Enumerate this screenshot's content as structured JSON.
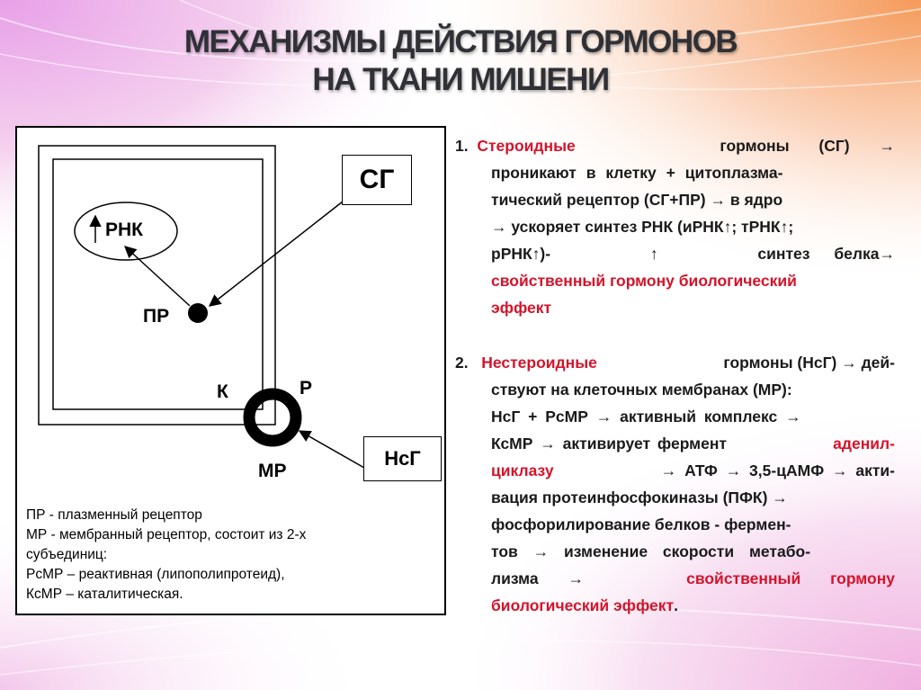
{
  "title": {
    "line1": "МЕХАНИЗМЫ ДЕЙСТВИЯ ГОРМОНОВ",
    "line2": "НА ТКАНИ МИШЕНИ"
  },
  "diagram": {
    "sg_label": "СГ",
    "rnk_label": "РНК",
    "pr_label": "ПР",
    "k_label": "К",
    "r_label": "Р",
    "mr_label": "МР",
    "nsg_label": "НсГ"
  },
  "legend": [
    "ПР - плазменный рецептор",
    "МР - мембранный рецептор, состоит из 2-х",
    "субъединиц:",
    "РсМР – реактивная (липополипротеид),",
    "КсМР – каталитическая."
  ],
  "section1": {
    "number": "1.",
    "red_term": "Стероидные",
    "l1_rest": "гормоны (СГ) →",
    "l2": "проникают в клетку + цитоплазма-",
    "l3": "тический рецептор (СГ+ПР) → в ядро",
    "l4": "→ ускоряет синтез РНК (иРНК↑; тРНК↑;",
    "l5a": "рРНК↑)-",
    "l5b": "↑",
    "l5c": "синтез белка→",
    "l6": "свойственный гормону биологический",
    "l7": "эффект"
  },
  "section2": {
    "number": "2.",
    "red_term": "Нестероидные",
    "l1_rest": "гормоны (НсГ) → дей-",
    "l2": "ствуют на клеточных мембранах (МР):",
    "l3": "НсГ + РсМР → активный комплекс →",
    "l4a": "КсМР → активирует фермент",
    "l4b": "аденил-",
    "l5a": "циклазу",
    "l5b": "→ АТФ → 3,5-цАМФ → акти-",
    "l6": "вация протеинфосфокиназы (ПФК) →",
    "l7": "фосфорилирование белков - фермен-",
    "l8": "тов → изменение скорости метабо-",
    "l9a": "лизма →",
    "l9b": "свойственный гормону",
    "l10a": "биологический эффект",
    "l10b": "."
  }
}
